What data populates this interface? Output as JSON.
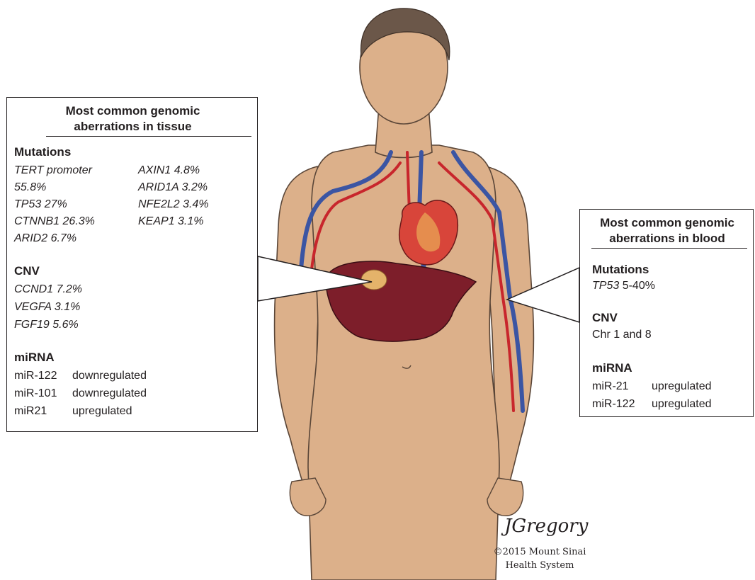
{
  "tissue": {
    "title_line1": "Most common genomic",
    "title_line2": "aberrations in tissue",
    "mutations_heading": "Mutations",
    "mutations": [
      "TERT promoter",
      "55.8%",
      "TP53 27%",
      "CTNNB1 26.3%",
      "ARID2 6.7%",
      "AXIN1 4.8%",
      "ARID1A 3.2%",
      "NFE2L2 3.4%",
      "KEAP1 3.1%"
    ],
    "cnv_heading": "CNV",
    "cnv": [
      "CCND1 7.2%",
      "VEGFA 3.1%",
      "FGF19 5.6%"
    ],
    "mirna_heading": "miRNA",
    "mirna": [
      {
        "name": "miR-122",
        "status": "downregulated"
      },
      {
        "name": "miR-101",
        "status": "downregulated"
      },
      {
        "name": "miR21",
        "status": "upregulated"
      }
    ]
  },
  "blood": {
    "title_line1": "Most common genomic",
    "title_line2": "aberrations in blood",
    "mutations_heading": "Mutations",
    "mutation_gene": "TP53",
    "mutation_value": " 5-40%",
    "cnv_heading": "CNV",
    "cnv": "Chr 1 and 8",
    "mirna_heading": "miRNA",
    "mirna": [
      {
        "name": "miR-21",
        "status": "upregulated"
      },
      {
        "name": "miR-122",
        "status": "upregulated"
      }
    ]
  },
  "credit": {
    "signature": "JGregory",
    "line1": "©2015 Mount Sinai",
    "line2": "Health System"
  },
  "colors": {
    "skin": "#dcb08a",
    "skin_outline": "#5a4638",
    "hair": "#6b5749",
    "artery": "#c8262c",
    "vein": "#3b55a3",
    "liver": "#7d1e2a",
    "heart": "#d8453a"
  }
}
